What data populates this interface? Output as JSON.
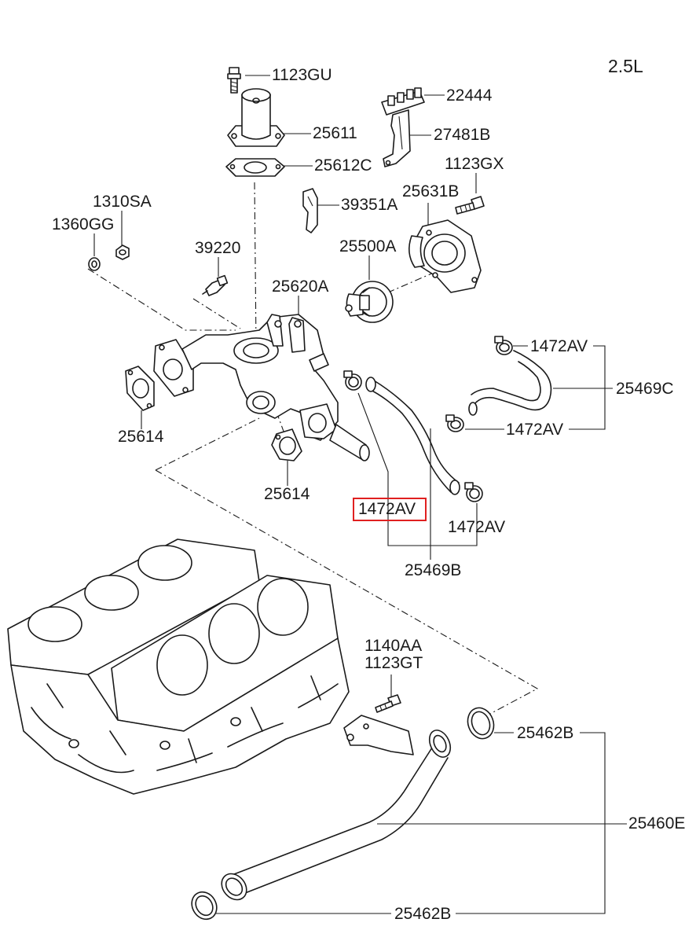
{
  "engine": "2.5L",
  "labels": {
    "bolt_top": "1123GU",
    "outlet_fitting": "25611",
    "outlet_gasket": "25612C",
    "bracket_upper": "22444",
    "bracket_lower": "27481B",
    "bolt_right": "1123GX",
    "housing_cover": "25631B",
    "clip": "39351A",
    "thermostat": "25500A",
    "sender": "39220",
    "plug": "1310SA",
    "washer": "1360GG",
    "manifold": "25620A",
    "clamp_r1": "1472AV",
    "hose_right": "25469C",
    "clamp_r2": "1472AV",
    "gasket_left": "25614",
    "gasket_center": "25614",
    "clamp_mid_highlighted": "1472AV",
    "clamp_mid2": "1472AV",
    "hose_mid": "25469B",
    "bolt_pipe_1": "1140AA",
    "bolt_pipe_2": "1123GT",
    "oring_upper": "25462B",
    "pipe": "25460E",
    "oring_lower": "25462B"
  },
  "highlight_color": "#e02020"
}
